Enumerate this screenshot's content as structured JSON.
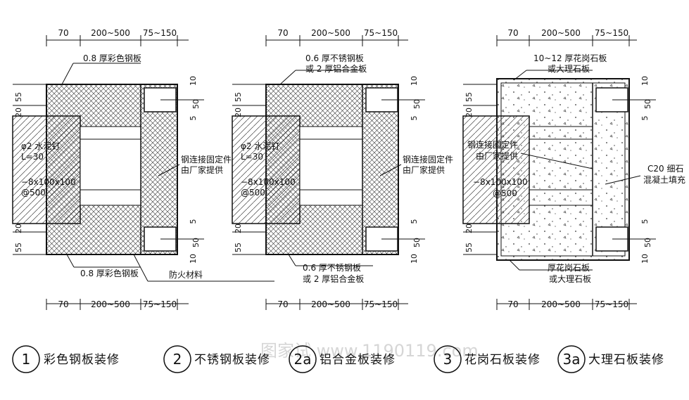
{
  "dims": {
    "d70": "70",
    "d200_500": "200~500",
    "d75_150": "75~150",
    "d55": "55",
    "d20": "20",
    "d10": "10",
    "d50": "50",
    "d5": "5"
  },
  "labels": {
    "color_steel_08": "0.8 厚彩色钢板",
    "color_steel_08_bottom": "0.8 厚彩色钢板",
    "fireproof": "防火材料",
    "stainless_line1": "0.6 厚不锈钢板",
    "stainless_line2": "或 2 厚铝合金板",
    "stainless_b_line1": "0.6 厚不锈钢板",
    "stainless_b_line2": "或 2 厚铝合金板",
    "granite_line1": "10~12 厚花岗石板",
    "granite_line2": "或大理石板",
    "granite_b_line1": "厚花岗石板",
    "granite_b_line2": "或大理石板",
    "nail_line1": "φ2 水泥钉",
    "nail_line2": "L=30",
    "plate_line1": "−8x100x100",
    "plate_line2": "@500",
    "fixing_line1": "钢连接固定件",
    "fixing_line2": "由厂家提供",
    "concrete_line1": "C20 细石",
    "concrete_line2": "混凝土填充"
  },
  "captions": [
    {
      "num": "1",
      "text": "彩色钢板装修"
    },
    {
      "num": "2",
      "text": "不锈钢板装修"
    },
    {
      "num": "2a",
      "text": "铝合金板装修"
    },
    {
      "num": "3",
      "text": "花岗石板装修"
    },
    {
      "num": "3a",
      "text": "大理石板装修"
    }
  ],
  "watermark": "图家试 www.1190119.com",
  "colors": {
    "line": "#111111",
    "hatch": "#333333",
    "background": "#ffffff"
  }
}
